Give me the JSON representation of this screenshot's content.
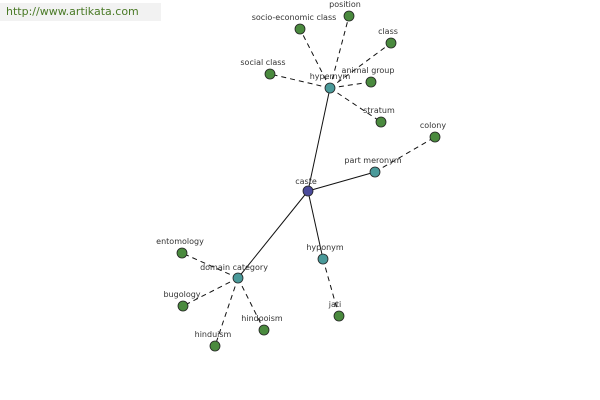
{
  "watermark": "http://www.artikata.com",
  "colors": {
    "center": "#4a4a9a",
    "hub": "#4a9a9a",
    "leaf": "#4a8a3e",
    "stroke": "#222222",
    "edge": "#111111"
  },
  "nodes": [
    {
      "id": "caste",
      "label": "caste",
      "kind": "center"
    },
    {
      "id": "hypernym",
      "label": "hypernym",
      "kind": "hub"
    },
    {
      "id": "part_meronym",
      "label": "part meronym",
      "kind": "hub"
    },
    {
      "id": "hyponym",
      "label": "hyponym",
      "kind": "hub"
    },
    {
      "id": "domain_category",
      "label": "domain category",
      "kind": "hub"
    },
    {
      "id": "socio_economic_class",
      "label": "socio-economic class",
      "kind": "leaf"
    },
    {
      "id": "position",
      "label": "position",
      "kind": "leaf"
    },
    {
      "id": "class",
      "label": "class",
      "kind": "leaf"
    },
    {
      "id": "social_class",
      "label": "social class",
      "kind": "leaf"
    },
    {
      "id": "animal_group",
      "label": "animal group",
      "kind": "leaf"
    },
    {
      "id": "stratum",
      "label": "stratum",
      "kind": "leaf"
    },
    {
      "id": "colony",
      "label": "colony",
      "kind": "leaf"
    },
    {
      "id": "jati",
      "label": "jati",
      "kind": "leaf"
    },
    {
      "id": "entomology",
      "label": "entomology",
      "kind": "leaf"
    },
    {
      "id": "bugology",
      "label": "bugology",
      "kind": "leaf"
    },
    {
      "id": "hindooism",
      "label": "hindooism",
      "kind": "leaf"
    },
    {
      "id": "hinduism",
      "label": "hinduism",
      "kind": "leaf"
    }
  ],
  "edges": [
    {
      "from": "caste",
      "to": "hypernym",
      "style": "solid"
    },
    {
      "from": "caste",
      "to": "part_meronym",
      "style": "solid"
    },
    {
      "from": "caste",
      "to": "hyponym",
      "style": "solid"
    },
    {
      "from": "caste",
      "to": "domain_category",
      "style": "solid"
    },
    {
      "from": "hypernym",
      "to": "socio_economic_class",
      "style": "dashed"
    },
    {
      "from": "hypernym",
      "to": "position",
      "style": "dashed"
    },
    {
      "from": "hypernym",
      "to": "class",
      "style": "dashed"
    },
    {
      "from": "hypernym",
      "to": "social_class",
      "style": "dashed"
    },
    {
      "from": "hypernym",
      "to": "animal_group",
      "style": "dashed"
    },
    {
      "from": "hypernym",
      "to": "stratum",
      "style": "dashed"
    },
    {
      "from": "part_meronym",
      "to": "colony",
      "style": "dashed"
    },
    {
      "from": "hyponym",
      "to": "jati",
      "style": "dashed"
    },
    {
      "from": "domain_category",
      "to": "entomology",
      "style": "dashed"
    },
    {
      "from": "domain_category",
      "to": "bugology",
      "style": "dashed"
    },
    {
      "from": "domain_category",
      "to": "hindooism",
      "style": "dashed"
    },
    {
      "from": "domain_category",
      "to": "hinduism",
      "style": "dashed"
    }
  ]
}
